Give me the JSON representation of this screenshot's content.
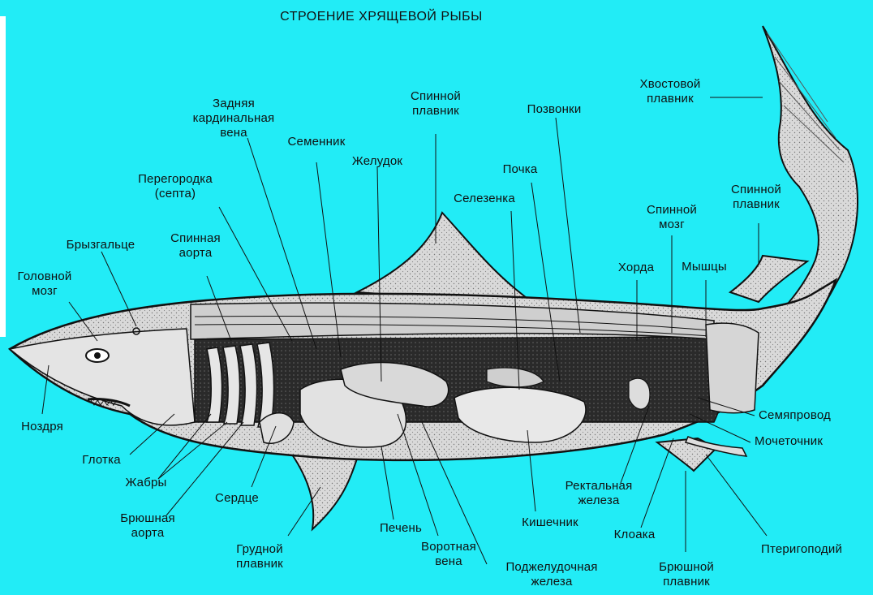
{
  "title": "СТРОЕНИЕ ХРЯЩЕВОЙ РЫБЫ",
  "labels": {
    "golovnoy_mozg": "Головной\nмозг",
    "bryzgaltse": "Брызгальце",
    "nozdrya": "Ноздря",
    "glotka": "Глотка",
    "zhabry": "Жабры",
    "bryushnaya_aorta": "Брюшная\nаорта",
    "serdtse": "Сердце",
    "grudnoy_plavnik": "Грудной\nплавник",
    "spinnaya_aorta": "Спинная\nаорта",
    "peregorodka": "Перегородка\n(септа)",
    "zadnyaya_vena": "Задняя\nкардинальная\nвена",
    "semennik": "Семенник",
    "zheludok": "Желудок",
    "spinnoy_plavnik_1": "Спинной\nплавник",
    "pozvonki": "Позвонки",
    "pochka": "Почка",
    "selezenka": "Селезенка",
    "hvostovoy_plavnik": "Хвостовой\nплавник",
    "spinnoy_mozg": "Спинной\nмозг",
    "spinnoy_plavnik_2": "Спинной\nплавник",
    "horda": "Хорда",
    "myshtsy": "Мышцы",
    "semyaprovod": "Семяпровод",
    "mochetochnik": "Мочеточник",
    "rektalnaya_zheleza": "Ректальная\nжелеза",
    "kloaka": "Клоака",
    "pterigopodiy": "Птеригоподий",
    "bryushnoy_plavnik": "Брюшной\nплавник",
    "kishechnik": "Кишечник",
    "podzheludochnaya": "Поджелудочная\nжелеза",
    "vorotnaya_vena": "Воротная\nвена",
    "pechen": "Печень"
  }
}
